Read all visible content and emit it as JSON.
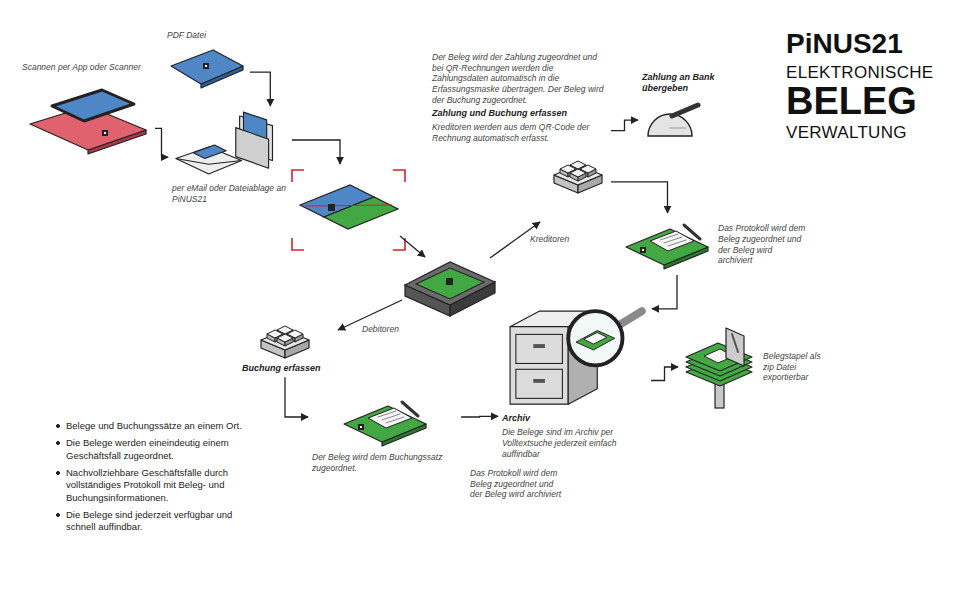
{
  "diagram": {
    "title": "PiNUS21",
    "nodes": [
      {
        "text": [
          "Scannen per App oder Scanner"
        ]
      },
      {
        "text": [
          "PDF Datei"
        ]
      },
      {
        "text": [
          "per eMail oder Dateiablage an PiNUS21"
        ]
      },
      {
        "text": [
          "Der Beleg wird der Zahlung zugeordnet und bei QR-Rechnungen werden die Zahlungsdaten automatisch in die Erfassungsmaske übertragen. Der Beleg wird der Buchung zugeordnet.",
          "Zahlung und Buchung erfassen",
          "Kreditoren werden aus dem QR-Code der Rechnung automatisch erfasst."
        ]
      },
      {
        "text": [
          "Zahlung an Bank übergeben"
        ]
      },
      {
        "text": [
          "Das Protokoll wird dem Beleg zugeordnet und der Beleg wird archiviert"
        ]
      },
      {
        "text": [
          "Buchung erfassen"
        ]
      },
      {
        "text": [
          "Der Beleg wird dem Buchungssatz zugeordnet."
        ]
      },
      {
        "text": [
          "Archiv",
          "Die Belege sind im Archiv per Volltextsuche jederzeit einfach auffindbar"
        ]
      },
      {
        "text": [
          "Belegstapel als zip Datei exportierbar"
        ]
      }
    ],
    "edges": [
      {
        "from": 0,
        "to": 2,
        "arrow": "to"
      },
      {
        "from": 1,
        "to": 2,
        "arrow": "to"
      },
      {
        "from": 3,
        "to": 4,
        "arrow": "to"
      },
      {
        "from": 3,
        "to": 5,
        "arrow": "to"
      },
      {
        "from": 5,
        "to": 8,
        "arrow": "to"
      },
      {
        "from": 6,
        "to": 7,
        "arrow": "to"
      },
      {
        "from": 7,
        "to": 8,
        "arrow": "to"
      },
      {
        "from": 8,
        "to": 9,
        "arrow": "to"
      }
    ],
    "labels": [
      "ELEKTRONISCHE",
      "BELEG",
      "VERWALTUNG",
      "Kreditoren",
      "Debitoren",
      "Das Protokoll wird dem Beleg zugeordnet und der Beleg wird archiviert",
      "Belege und Buchungssätze an einem Ort.",
      "Die Belege werden eineindeutig einem Geschäftsfall zugeordnet.",
      "Nachvollziehbare Geschäftsfälle durch vollständiges Protokoll mit Beleg- und Buchungsinformationen.",
      "Die Belege sind jederzeit verfügbar und schnell auffindbar."
    ]
  }
}
